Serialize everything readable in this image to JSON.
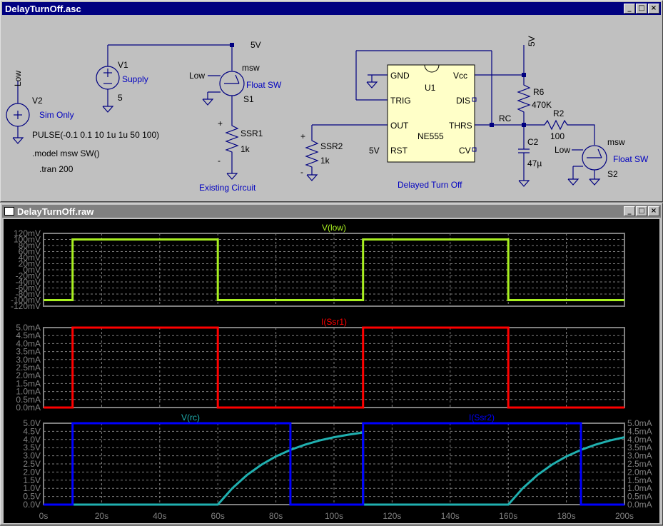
{
  "schematic_window": {
    "title": "DelayTurnOff.asc",
    "buttons": {
      "minimize": "_",
      "maximize": "□",
      "close": "×"
    },
    "labels": {
      "low_label": "Low",
      "v2": "V2",
      "sim_only": "Sim Only",
      "pulse": "PULSE(-0.1 0.1 10 1u 1u 50 100)",
      "model": ".model msw SW()",
      "tran": ".tran 200",
      "v1": "V1",
      "supply": "Supply",
      "v1_value": "5",
      "net_5v": "5V",
      "msw1": "msw",
      "low1": "Low",
      "float_sw1": "Float SW",
      "s1": "S1",
      "plus1": "+",
      "minus1": "-",
      "ssr1": "SSR1",
      "ssr1_val": "1k",
      "existing_circuit": "Existing Circuit",
      "plus2": "+",
      "minus2": "-",
      "ssr2": "SSR2",
      "ssr2_val": "1k",
      "u1": "U1",
      "ne555": "NE555",
      "gnd": "GND",
      "trig": "TRIG",
      "out": "OUT",
      "rst": "RST",
      "vcc": "Vcc",
      "dis": "DIS",
      "thrs": "THRS",
      "cv": "CV",
      "rst_5v": "5V",
      "delayed_turn_off": "Delayed Turn Off",
      "vcc_5v": "5V",
      "r6": "R6",
      "r6_val": "470K",
      "rc": "RC",
      "r2": "R2",
      "r2_val": "100",
      "c2": "C2",
      "c2_val": "47µ",
      "msw2": "msw",
      "low2": "Low",
      "float_sw2": "Float SW",
      "s2": "S2"
    }
  },
  "waveform_window": {
    "title": "DelayTurnOff.raw",
    "buttons": {
      "minimize": "_",
      "maximize": "□",
      "close": "×"
    },
    "x_ticks": [
      "0s",
      "20s",
      "40s",
      "60s",
      "80s",
      "100s",
      "120s",
      "140s",
      "160s",
      "180s",
      "200s"
    ],
    "colors": {
      "v_low": "#a8f020",
      "i_ssr1": "#ff0000",
      "v_rc": "#20b0b0",
      "i_ssr2": "#0000ff",
      "grid": "#808080",
      "axis": "#808080"
    }
  },
  "chart_data": [
    {
      "type": "line",
      "title": "V(low)",
      "xlabel": "",
      "ylabel": "",
      "xlim": [
        0,
        200
      ],
      "ylim": [
        -0.12,
        0.12
      ],
      "y_ticks": [
        "120mV",
        "100mV",
        "80mV",
        "60mV",
        "40mV",
        "20mV",
        "0mV",
        "-20mV",
        "-40mV",
        "-60mV",
        "-80mV",
        "-100mV",
        "-120mV"
      ],
      "series": [
        {
          "name": "V(low)",
          "x": [
            0,
            10,
            10,
            60,
            60,
            110,
            110,
            160,
            160,
            200
          ],
          "y": [
            -0.1,
            -0.1,
            0.1,
            0.1,
            -0.1,
            -0.1,
            0.1,
            0.1,
            -0.1,
            -0.1
          ]
        }
      ]
    },
    {
      "type": "line",
      "title": "I(Ssr1)",
      "xlabel": "",
      "ylabel": "",
      "xlim": [
        0,
        200
      ],
      "ylim": [
        0,
        5
      ],
      "y_ticks": [
        "5.0mA",
        "4.5mA",
        "4.0mA",
        "3.5mA",
        "3.0mA",
        "2.5mA",
        "2.0mA",
        "1.5mA",
        "1.0mA",
        "0.5mA",
        "0.0mA"
      ],
      "series": [
        {
          "name": "I(Ssr1)",
          "x": [
            0,
            10,
            10,
            60,
            60,
            110,
            110,
            160,
            160,
            200
          ],
          "y": [
            0,
            0,
            5,
            5,
            0,
            0,
            5,
            5,
            0,
            0
          ]
        }
      ]
    },
    {
      "type": "line",
      "title": "V(rc) / I(Ssr2)",
      "xlabel": "",
      "ylabel": "",
      "xlim": [
        0,
        200
      ],
      "ylim": [
        0,
        5
      ],
      "y_ticks_left": [
        "5.0V",
        "4.5V",
        "4.0V",
        "3.5V",
        "3.0V",
        "2.5V",
        "2.0V",
        "1.5V",
        "1.0V",
        "0.5V",
        "0.0V"
      ],
      "y_ticks_right": [
        "5.0mA",
        "4.5mA",
        "4.0mA",
        "3.5mA",
        "3.0mA",
        "2.5mA",
        "2.0mA",
        "1.5mA",
        "1.0mA",
        "0.5mA",
        "0.0mA"
      ],
      "series": [
        {
          "name": "V(rc)",
          "x": [
            0,
            60,
            65,
            70,
            75,
            80,
            85,
            90,
            95,
            100,
            105,
            110,
            110.01,
            160,
            165,
            170,
            175,
            180,
            185,
            190,
            195,
            200
          ],
          "y": [
            0,
            0,
            1.01,
            1.81,
            2.45,
            2.96,
            3.36,
            3.68,
            3.94,
            4.14,
            4.3,
            4.43,
            0,
            0,
            1.01,
            1.81,
            2.45,
            2.96,
            3.36,
            3.68,
            3.94,
            4.14
          ]
        },
        {
          "name": "I(Ssr2)",
          "x": [
            0,
            10,
            10,
            85,
            85,
            110,
            110,
            185,
            185,
            200
          ],
          "y": [
            0,
            0,
            5,
            5,
            0,
            0,
            5,
            5,
            0,
            0
          ]
        }
      ]
    }
  ]
}
